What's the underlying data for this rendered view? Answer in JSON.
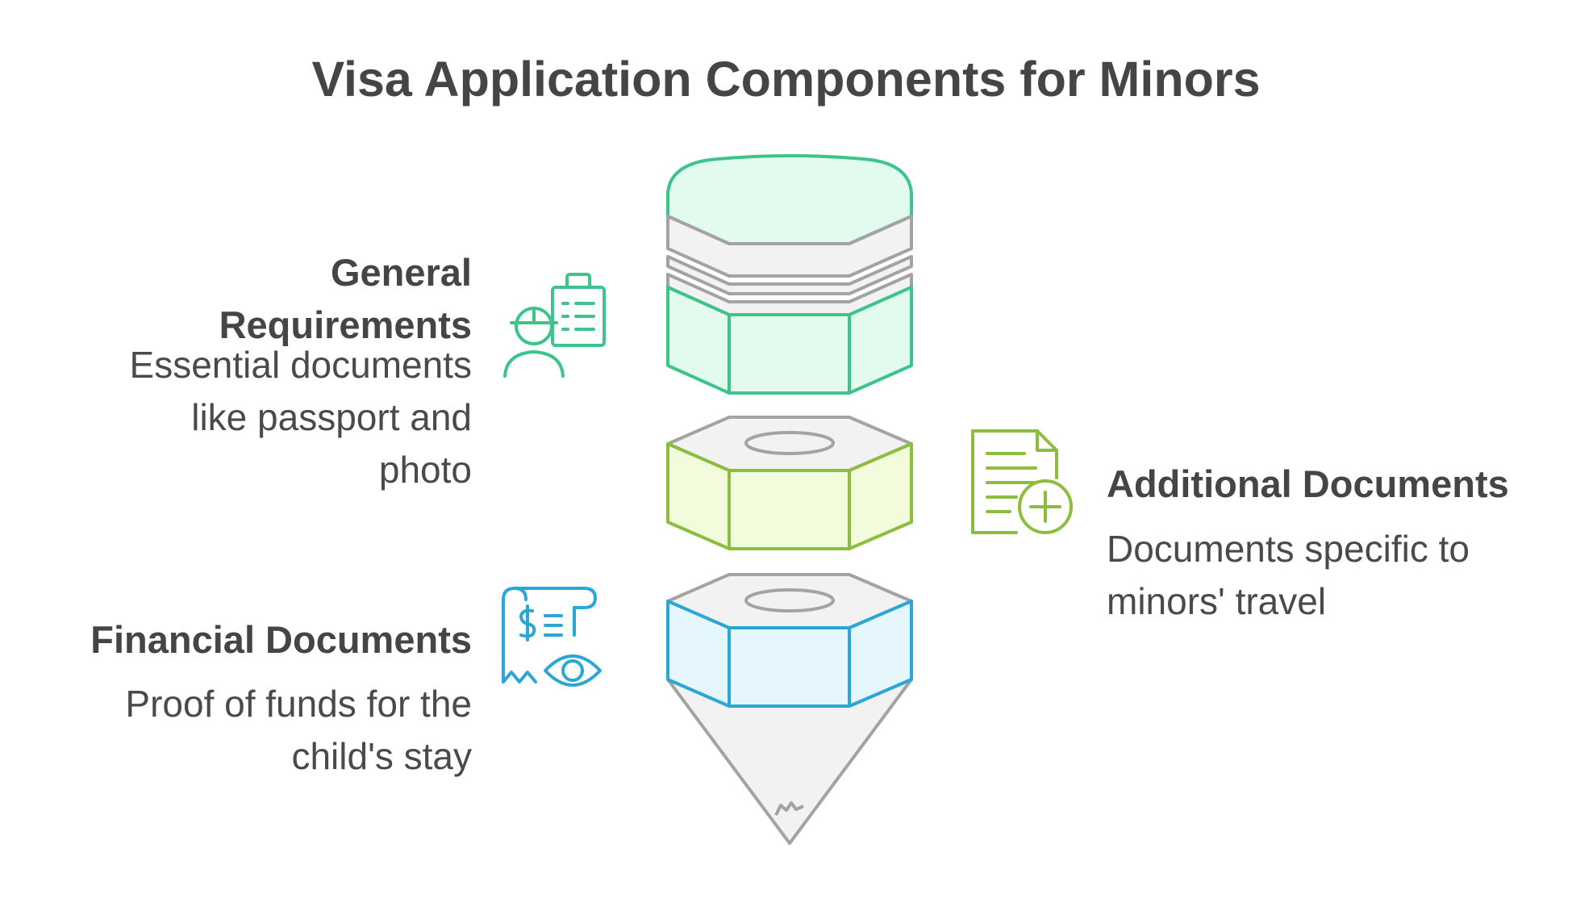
{
  "title": "Visa Application Components for Minors",
  "sections": [
    {
      "heading": "General Requirements",
      "heading_line1": "General",
      "heading_line2": "Requirements",
      "description": "Essential documents like passport and photo",
      "desc_line1": "Essential documents",
      "desc_line2": "like passport and",
      "desc_line3": "photo",
      "icon": "worker-clipboard-icon",
      "color": "#3cc48a"
    },
    {
      "heading": "Additional Documents",
      "description": "Documents specific to minors' travel",
      "desc_line1": "Documents specific to",
      "desc_line2": "minors' travel",
      "icon": "document-add-icon",
      "color": "#8dbd3c"
    },
    {
      "heading": "Financial Documents",
      "description": "Proof of funds for the child's stay",
      "desc_line1": "Proof of funds for the",
      "desc_line2": "child's stay",
      "icon": "receipt-eye-icon",
      "color": "#2aa7d6"
    }
  ],
  "colors": {
    "green_stroke": "#3cc48a",
    "green_fill": "#e3fbee",
    "lime_stroke": "#8dbd3c",
    "lime_fill": "#f2fbdc",
    "blue_stroke": "#2aa7d6",
    "blue_fill": "#e6f6fd",
    "gray_stroke": "#a3a3a3",
    "gray_fill": "#f2f2f2",
    "text": "#454545"
  }
}
